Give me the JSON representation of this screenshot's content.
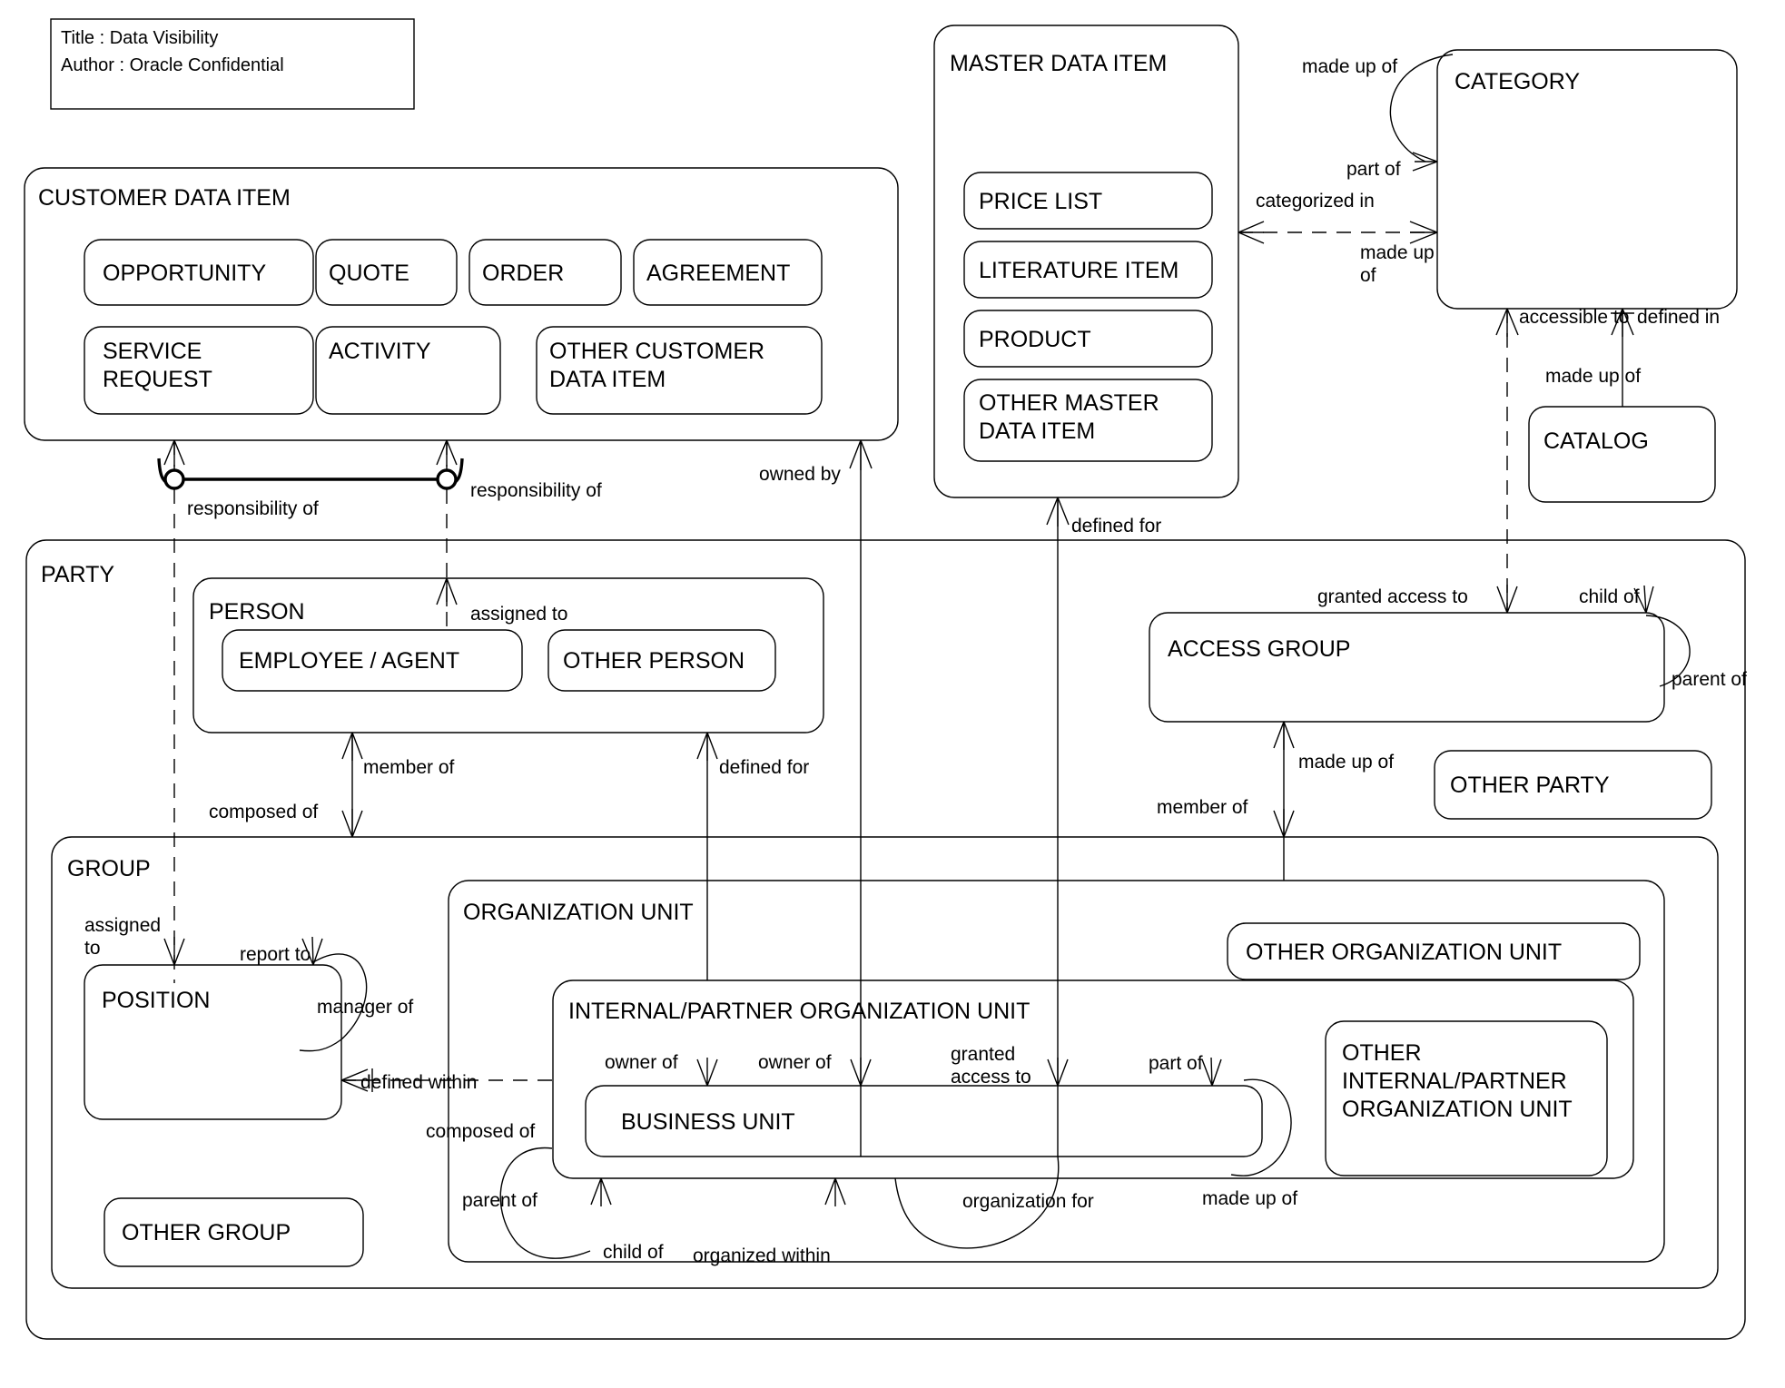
{
  "titleblock": {
    "line1": "Title : Data Visibility",
    "line2": "Author : Oracle Confidential"
  },
  "entities": {
    "customer_data_item": "CUSTOMER DATA ITEM",
    "opportunity": "OPPORTUNITY",
    "quote": "QUOTE",
    "order": "ORDER",
    "agreement": "AGREEMENT",
    "service_request_l1": "SERVICE",
    "service_request_l2": "REQUEST",
    "activity": "ACTIVITY",
    "other_customer_data_item_l1": "OTHER CUSTOMER",
    "other_customer_data_item_l2": "DATA ITEM",
    "master_data_item": "MASTER DATA ITEM",
    "price_list": "PRICE LIST",
    "literature_item": "LITERATURE ITEM",
    "product": "PRODUCT",
    "other_master_data_item_l1": "OTHER MASTER",
    "other_master_data_item_l2": "DATA ITEM",
    "category": "CATEGORY",
    "catalog": "CATALOG",
    "party": "PARTY",
    "person": "PERSON",
    "employee_agent": "EMPLOYEE / AGENT",
    "other_person": "OTHER PERSON",
    "access_group": "ACCESS GROUP",
    "other_party": "OTHER PARTY",
    "group": "GROUP",
    "position": "POSITION",
    "other_group": "OTHER GROUP",
    "organization_unit": "ORGANIZATION UNIT",
    "other_organization_unit": "OTHER ORGANIZATION UNIT",
    "internal_partner_org_unit": "INTERNAL/PARTNER ORGANIZATION UNIT",
    "business_unit": "BUSINESS UNIT",
    "other_internal_partner_l1": "OTHER",
    "other_internal_partner_l2": "INTERNAL/PARTNER",
    "other_internal_partner_l3": "ORGANIZATION UNIT"
  },
  "relationships": {
    "made_up_of_cat_top": "made up of",
    "part_of_cat": "part of",
    "categorized_in": "categorized in",
    "made_up_of_mdi_l1": "made up",
    "made_up_of_mdi_l2": "of",
    "accessible_to": "accessible to",
    "defined_in": "defined in",
    "made_up_of_catalog": "made up of",
    "owned_by": "owned by",
    "defined_for_mdi": "defined for",
    "responsibility_of_left": "responsibility of",
    "responsibility_of_right": "responsibility of",
    "assigned_to_person": "assigned to",
    "granted_access_to_ag": "granted access to",
    "child_of_ag": "child of",
    "parent_of_ag": "parent of",
    "made_up_of_ag": "made up of",
    "member_of_ag": "member of",
    "member_of_person": "member of",
    "composed_of_person": "composed of",
    "defined_for_person": "defined for",
    "assigned_to_pos_l1": "assigned",
    "assigned_to_pos_l2": "to",
    "report_to": "report to",
    "manager_of": "manager of",
    "defined_within": "defined within",
    "composed_of_ou": "composed of",
    "parent_of_ou": "parent of",
    "child_of_ou": "child of",
    "organized_within": "organized within",
    "organization_for": "organization for",
    "owner_of_1": "owner of",
    "owner_of_2": "owner of",
    "granted_access_to_l1": "granted",
    "granted_access_to_l2": "access to",
    "part_of_bu": "part of",
    "made_up_of_bu": "made up of"
  },
  "colors": {
    "stroke": "#000000",
    "background": "#ffffff"
  }
}
